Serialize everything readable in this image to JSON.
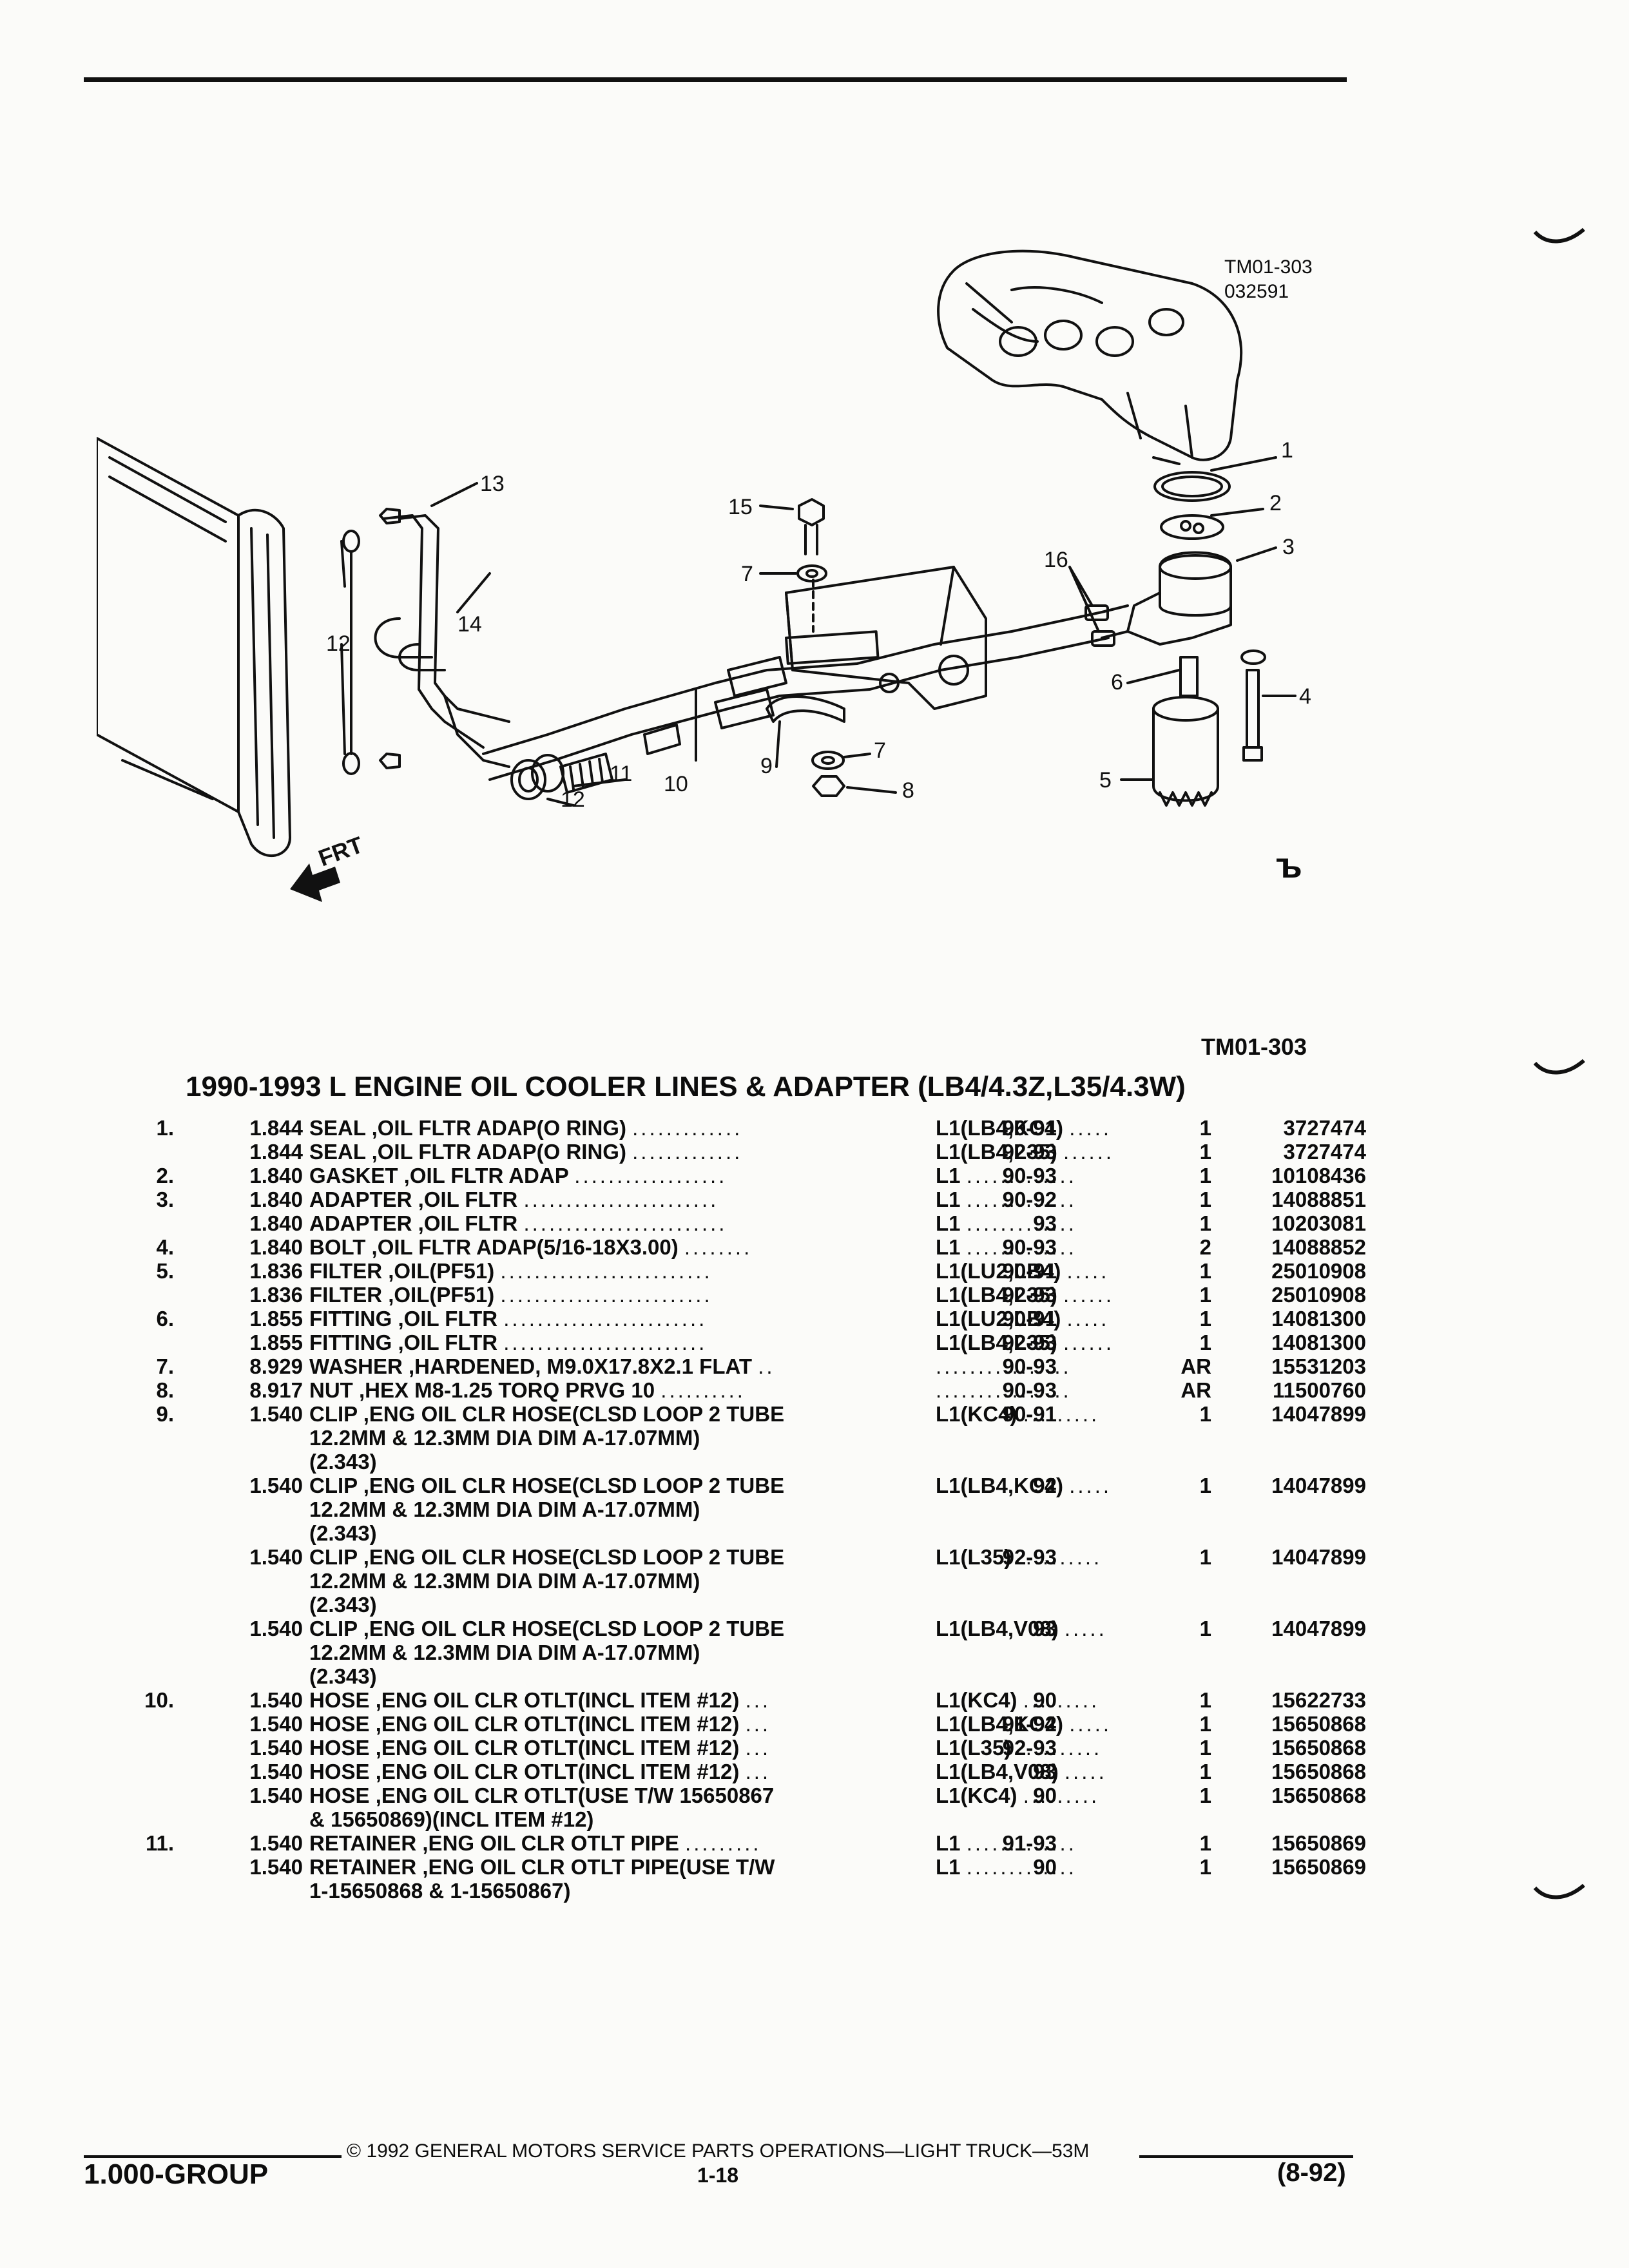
{
  "diagram": {
    "ref_code": "TM01-303",
    "ref_date": "032591",
    "front_label": "FRT",
    "callouts": [
      "1",
      "2",
      "3",
      "4",
      "5",
      "6",
      "7",
      "7",
      "8",
      "9",
      "10",
      "11",
      "12",
      "12",
      "13",
      "14",
      "15",
      "16"
    ],
    "symbol": "ъ"
  },
  "ref_bottom": "TM01-303",
  "title": "1990-1993 L ENGINE OIL COOLER LINES & ADAPTER (LB4/4.3Z,L35/4.3W)",
  "parts": [
    {
      "item": "1.",
      "group": "1.844",
      "desc": "SEAL ,OIL FLTR ADAP(O RING)",
      "dots": ".............",
      "years": "90-91",
      "eng": "L1(LB4,KC4)",
      "edots": ".....",
      "qty": "1",
      "pn": "3727474"
    },
    {
      "item": "",
      "group": "1.844",
      "desc": "SEAL ,OIL FLTR ADAP(O RING)",
      "dots": ".............",
      "years": "92-93",
      "eng": "L1(LB4,L35)",
      "edots": "......",
      "qty": "1",
      "pn": "3727474"
    },
    {
      "item": "2.",
      "group": "1.840",
      "desc": "GASKET ,OIL FLTR ADAP",
      "dots": "..................",
      "years": "90-93",
      "eng": "L1",
      "edots": ".............",
      "qty": "1",
      "pn": "10108436"
    },
    {
      "item": "3.",
      "group": "1.840",
      "desc": "ADAPTER ,OIL FLTR",
      "dots": ".......................",
      "years": "90-92",
      "eng": "L1",
      "edots": ".............",
      "qty": "1",
      "pn": "14088851"
    },
    {
      "item": "",
      "group": "1.840",
      "desc": "ADAPTER ,OIL FLTR",
      "dots": "........................",
      "years": "93",
      "eng": "L1",
      "edots": ".............",
      "qty": "1",
      "pn": "10203081"
    },
    {
      "item": "4.",
      "group": "1.840",
      "desc": "BOLT ,OIL FLTR ADAP(5/16-18X3.00)",
      "dots": "........",
      "years": "90-93",
      "eng": "L1",
      "edots": ".............",
      "qty": "2",
      "pn": "14088852"
    },
    {
      "item": "5.",
      "group": "1.836",
      "desc": "FILTER ,OIL(PF51)",
      "dots": ".........................",
      "years": "90-91",
      "eng": "L1(LU2,LB4)",
      "edots": ".....",
      "qty": "1",
      "pn": "25010908"
    },
    {
      "item": "",
      "group": "1.836",
      "desc": "FILTER ,OIL(PF51)",
      "dots": ".........................",
      "years": "92-93",
      "eng": "L1(LB4,L35)",
      "edots": "......",
      "qty": "1",
      "pn": "25010908"
    },
    {
      "item": "6.",
      "group": "1.855",
      "desc": "FITTING ,OIL FLTR",
      "dots": "........................",
      "years": "90-91",
      "eng": "L1(LU2,LB4)",
      "edots": ".....",
      "qty": "1",
      "pn": "14081300"
    },
    {
      "item": "",
      "group": "1.855",
      "desc": "FITTING ,OIL FLTR",
      "dots": "........................",
      "years": "92-93",
      "eng": "L1(LB4,L35)",
      "edots": "......",
      "qty": "1",
      "pn": "14081300"
    },
    {
      "item": "7.",
      "group": "8.929",
      "desc": "WASHER ,HARDENED, M9.0X17.8X2.1 FLAT",
      "dots": "..",
      "years": "90-93",
      "eng": "",
      "edots": "................",
      "qty": "AR",
      "pn": "15531203"
    },
    {
      "item": "8.",
      "group": "8.917",
      "desc": "NUT ,HEX M8-1.25 TORQ PRVG 10",
      "dots": "..........",
      "years": "90-93",
      "eng": "",
      "edots": "................",
      "qty": "AR",
      "pn": "11500760"
    },
    {
      "item": "9.",
      "group": "1.540",
      "desc": "CLIP ,ENG OIL CLR HOSE(CLSD LOOP 2 TUBE",
      "dots": "",
      "years": "90-91",
      "eng": "L1(KC4)",
      "edots": ".........",
      "qty": "1",
      "pn": "14047899"
    },
    {
      "item": "",
      "group": "",
      "desc": "12.2MM & 12.3MM DIA DIM A-17.07MM)",
      "dots": "",
      "years": "",
      "eng": "",
      "edots": "",
      "qty": "",
      "pn": ""
    },
    {
      "item": "",
      "group": "",
      "desc": "(2.343)",
      "dots": "",
      "years": "",
      "eng": "",
      "edots": "",
      "qty": "",
      "pn": ""
    },
    {
      "item": "",
      "group": "1.540",
      "desc": "CLIP ,ENG OIL CLR HOSE(CLSD LOOP 2 TUBE",
      "dots": "",
      "years": "92",
      "eng": "L1(LB4,KC4)",
      "edots": ".....",
      "qty": "1",
      "pn": "14047899"
    },
    {
      "item": "",
      "group": "",
      "desc": "12.2MM & 12.3MM DIA DIM A-17.07MM)",
      "dots": "",
      "years": "",
      "eng": "",
      "edots": "",
      "qty": "",
      "pn": ""
    },
    {
      "item": "",
      "group": "",
      "desc": "(2.343)",
      "dots": "",
      "years": "",
      "eng": "",
      "edots": "",
      "qty": "",
      "pn": ""
    },
    {
      "item": "",
      "group": "1.540",
      "desc": "CLIP ,ENG OIL CLR HOSE(CLSD LOOP 2 TUBE",
      "dots": "",
      "years": "92-93",
      "eng": "L1(L35)",
      "edots": "..........",
      "qty": "1",
      "pn": "14047899"
    },
    {
      "item": "",
      "group": "",
      "desc": "12.2MM & 12.3MM DIA DIM A-17.07MM)",
      "dots": "",
      "years": "",
      "eng": "",
      "edots": "",
      "qty": "",
      "pn": ""
    },
    {
      "item": "",
      "group": "",
      "desc": "(2.343)",
      "dots": "",
      "years": "",
      "eng": "",
      "edots": "",
      "qty": "",
      "pn": ""
    },
    {
      "item": "",
      "group": "1.540",
      "desc": "CLIP ,ENG OIL CLR HOSE(CLSD LOOP 2 TUBE",
      "dots": "",
      "years": "93",
      "eng": "L1(LB4,V08)",
      "edots": ".....",
      "qty": "1",
      "pn": "14047899"
    },
    {
      "item": "",
      "group": "",
      "desc": "12.2MM & 12.3MM DIA DIM A-17.07MM)",
      "dots": "",
      "years": "",
      "eng": "",
      "edots": "",
      "qty": "",
      "pn": ""
    },
    {
      "item": "",
      "group": "",
      "desc": "(2.343)",
      "dots": "",
      "years": "",
      "eng": "",
      "edots": "",
      "qty": "",
      "pn": ""
    },
    {
      "item": "10.",
      "group": "1.540",
      "desc": "HOSE ,ENG OIL CLR OTLT(INCL ITEM #12)",
      "dots": "...",
      "years": "90",
      "eng": "L1(KC4)",
      "edots": ".........",
      "qty": "1",
      "pn": "15622733"
    },
    {
      "item": "",
      "group": "1.540",
      "desc": "HOSE ,ENG OIL CLR OTLT(INCL ITEM #12)",
      "dots": "...",
      "years": "91-92",
      "eng": "L1(LB4,KC4)",
      "edots": ".....",
      "qty": "1",
      "pn": "15650868"
    },
    {
      "item": "",
      "group": "1.540",
      "desc": "HOSE ,ENG OIL CLR OTLT(INCL ITEM #12)",
      "dots": "...",
      "years": "92-93",
      "eng": "L1(L35)",
      "edots": "..........",
      "qty": "1",
      "pn": "15650868"
    },
    {
      "item": "",
      "group": "1.540",
      "desc": "HOSE ,ENG OIL CLR OTLT(INCL ITEM #12)",
      "dots": "...",
      "years": "93",
      "eng": "L1(LB4,V08)",
      "edots": ".....",
      "qty": "1",
      "pn": "15650868"
    },
    {
      "item": "",
      "group": "1.540",
      "desc": "HOSE ,ENG OIL CLR OTLT(USE T/W 15650867",
      "dots": "",
      "years": "90",
      "eng": "L1(KC4)",
      "edots": ".........",
      "qty": "1",
      "pn": "15650868"
    },
    {
      "item": "",
      "group": "",
      "desc": "& 15650869)(INCL ITEM #12)",
      "dots": "",
      "years": "",
      "eng": "",
      "edots": "",
      "qty": "",
      "pn": ""
    },
    {
      "item": "11.",
      "group": "1.540",
      "desc": "RETAINER ,ENG OIL CLR OTLT PIPE",
      "dots": ".........",
      "years": "91-93",
      "eng": "L1",
      "edots": ".............",
      "qty": "1",
      "pn": "15650869"
    },
    {
      "item": "",
      "group": "1.540",
      "desc": "RETAINER ,ENG OIL CLR OTLT PIPE(USE T/W",
      "dots": "",
      "years": "90",
      "eng": "L1",
      "edots": ".............",
      "qty": "1",
      "pn": "15650869"
    },
    {
      "item": "",
      "group": "",
      "desc": "1-15650868 & 1-15650867)",
      "dots": "",
      "years": "",
      "eng": "",
      "edots": "",
      "qty": "",
      "pn": ""
    }
  ],
  "footer": {
    "copyright": "© 1992 GENERAL MOTORS SERVICE PARTS OPERATIONS—LIGHT TRUCK—53M",
    "group": "1.000-GROUP",
    "page": "1-18",
    "date": "(8-92)"
  }
}
